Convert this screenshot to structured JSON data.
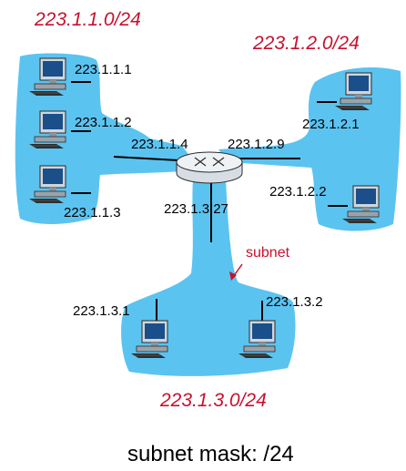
{
  "colors": {
    "subnet_fill": "#5bc3f0",
    "network_label": "#c8102e",
    "wire": "#000000"
  },
  "networks": {
    "left": "223.1.1.0/24",
    "right": "223.1.2.0/24",
    "bottom": "223.1.3.0/24"
  },
  "hosts": {
    "h111": "223.1.1.1",
    "h112": "223.1.1.2",
    "h113": "223.1.1.3",
    "h121": "223.1.2.1",
    "h122": "223.1.2.2",
    "h131": "223.1.3.1",
    "h132": "223.1.3.2"
  },
  "router": {
    "if_left": "223.1.1.4",
    "if_right": "223.1.2.9",
    "if_bottom": "223.1.3.27",
    "icon": "router-icon"
  },
  "annotation": "subnet",
  "caption": "subnet mask: /24"
}
